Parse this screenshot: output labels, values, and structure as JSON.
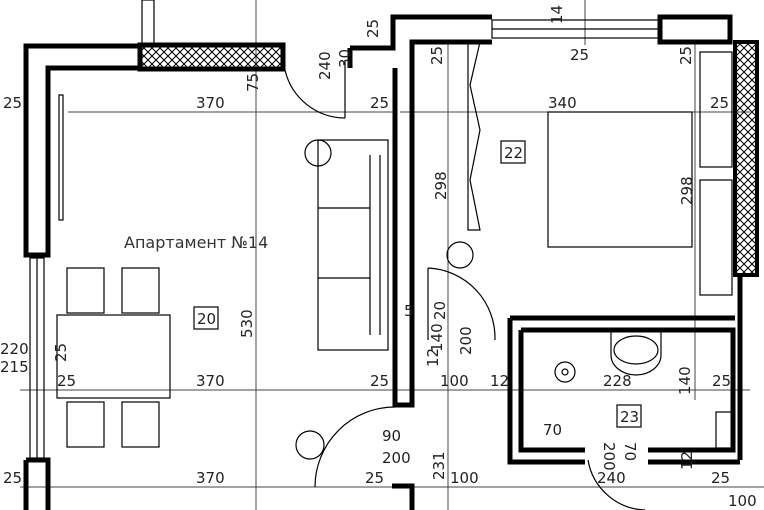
{
  "title": "Апартамент №14",
  "rooms": [
    "20",
    "22",
    "23"
  ],
  "dimensions": [
    "25",
    "370",
    "25",
    "340",
    "25",
    "25",
    "75",
    "240",
    "30",
    "25",
    "25",
    "25",
    "298",
    "298",
    "530",
    "220",
    "215",
    "25",
    "25",
    "370",
    "25",
    "100",
    "12",
    "228",
    "140",
    "25",
    "5",
    "20",
    "140",
    "12",
    "200",
    "90",
    "200",
    "231",
    "70",
    "200",
    "70",
    "25",
    "370",
    "25",
    "100",
    "240",
    "12",
    "25",
    "100",
    "14"
  ],
  "colors": {
    "wall": "#000000",
    "line": "#222222",
    "background": "#ffffff"
  }
}
